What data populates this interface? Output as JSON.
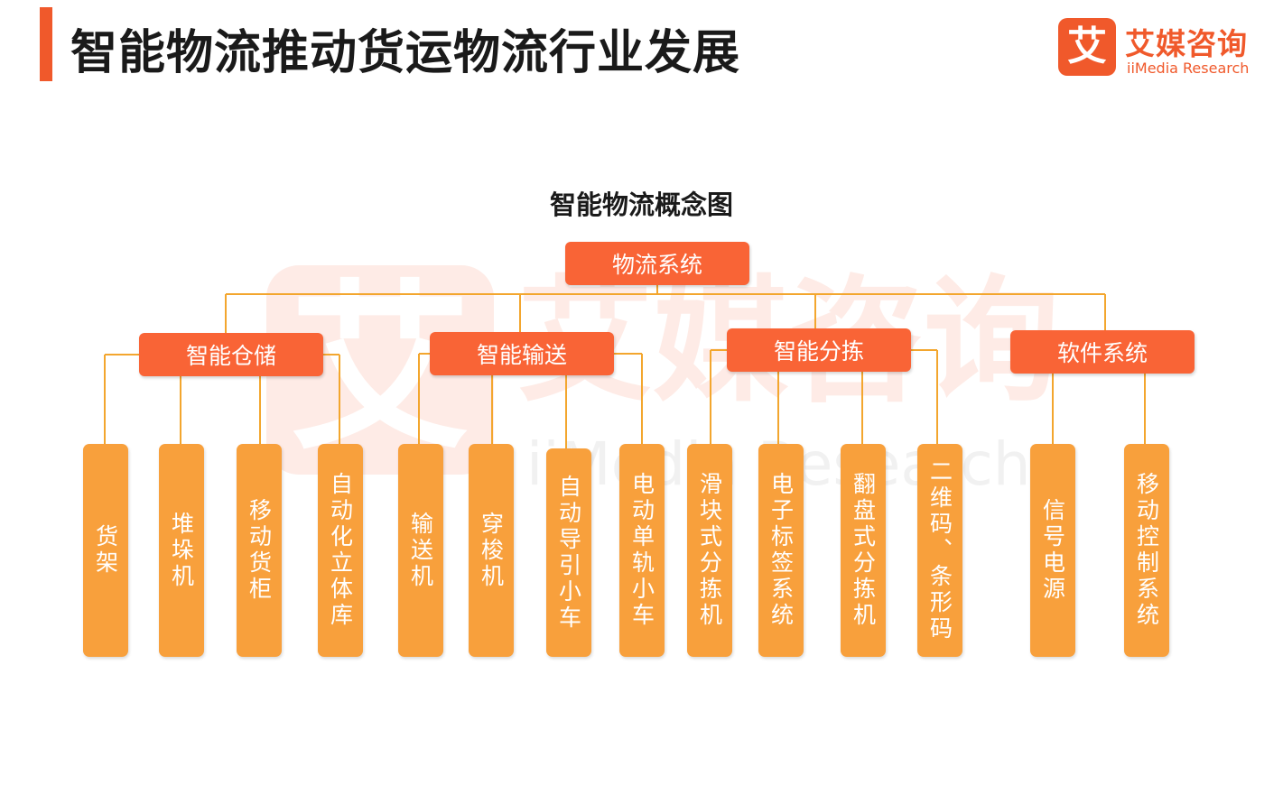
{
  "header": {
    "title": "智能物流推动货运物流行业发展",
    "accent_color": "#f0592b"
  },
  "logo": {
    "mark": "艾",
    "name": "艾媒咨询",
    "name_en": "iiMedia Research",
    "color": "#f0592b"
  },
  "watermark": {
    "mark": "艾",
    "name": "艾媒咨询",
    "name_en": "iiMedia Research"
  },
  "diagram": {
    "title": "智能物流概念图",
    "root": "物流系统",
    "node_color": "#f96436",
    "leaf_color": "#f8a03c",
    "line_color": "#f3a62e",
    "categories": [
      {
        "label": "智能仓储",
        "children": [
          "货架",
          "堆垛机",
          "移动货柜",
          "自动化立体库"
        ]
      },
      {
        "label": "智能输送",
        "children": [
          "输送机",
          "穿梭机",
          "自动导引小车",
          "电动单轨小车"
        ]
      },
      {
        "label": "智能分拣",
        "children": [
          "滑块式分拣机",
          "电子标签系统",
          "翻盘式分拣机",
          "二维码、条形码"
        ]
      },
      {
        "label": "软件系统",
        "children": [
          "信号电源",
          "移动控制系统"
        ]
      }
    ]
  }
}
